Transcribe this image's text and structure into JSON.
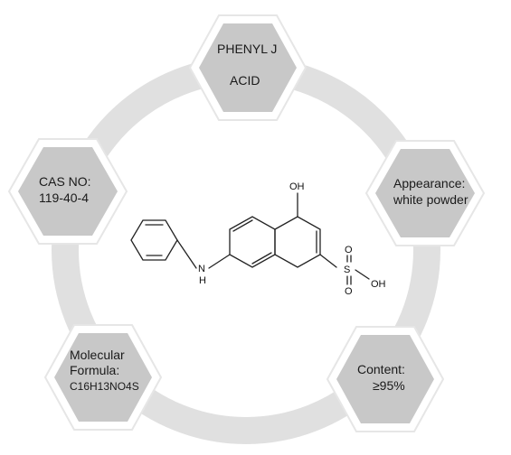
{
  "colors": {
    "ring": "#e0e0e0",
    "hex_fill": "#c8c8c8",
    "hex_border": "#ffffff",
    "hex_outline": "#e6e6e6",
    "text": "#1a1a1a",
    "bond": "#222222"
  },
  "nodes": {
    "name": {
      "line1": "PHENYL   J",
      "line2": "ACID"
    },
    "appearance": {
      "line1": "Appearance:",
      "line2": "white powder"
    },
    "content": {
      "line1": "Content:",
      "line2": "≥95%"
    },
    "formula": {
      "line1": "Molecular",
      "line2": "Formula:",
      "line3": "C16H13NO4S"
    },
    "cas": {
      "line1": "CAS NO:",
      "line2": "119-40-4"
    }
  },
  "structure": {
    "hydroxyl": "OH",
    "amine": "N",
    "amine_h": "H",
    "sulfonyl_o_top": "O",
    "sulfonyl_o_bottom": "O",
    "sulfur": "S",
    "sulfonic_oh": "OH"
  }
}
